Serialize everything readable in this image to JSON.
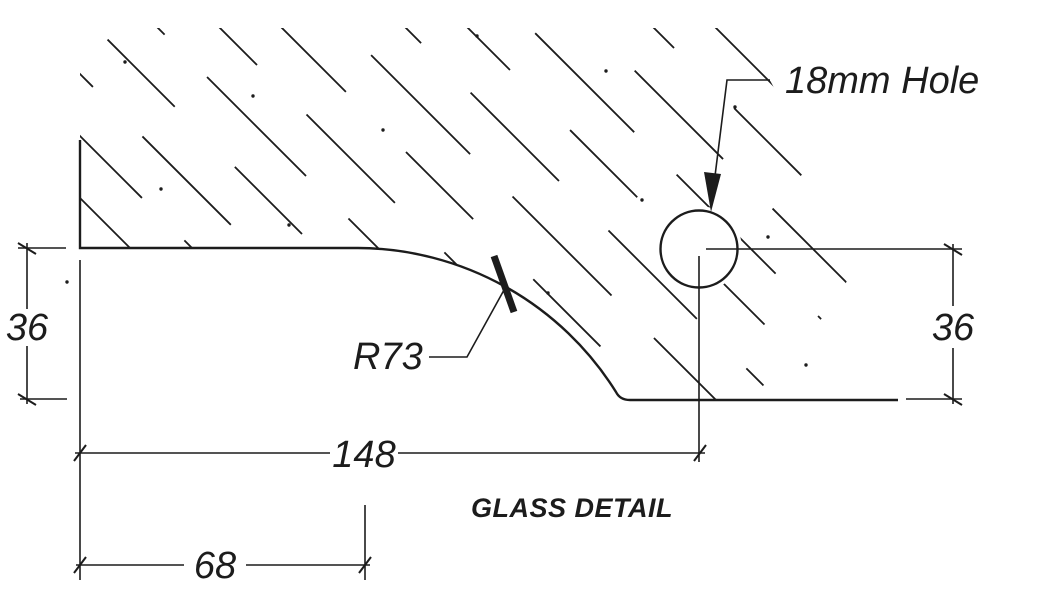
{
  "drawing_title": "GLASS DETAIL",
  "labels": {
    "hole": "18mm Hole",
    "radius": "R73"
  },
  "dims": {
    "left_height": "36",
    "right_height": "36",
    "hole_offset": "148",
    "curve_offset": "68"
  },
  "colors": {
    "ink": "#1c1c1c",
    "paper": "#ffffff"
  }
}
